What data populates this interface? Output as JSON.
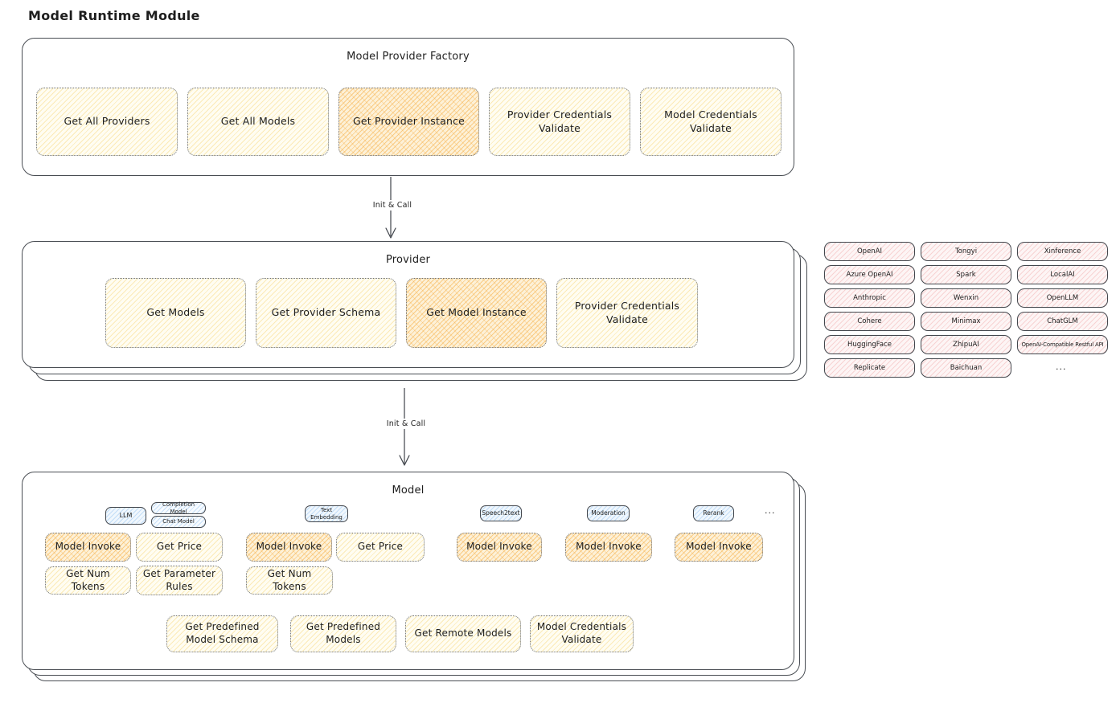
{
  "page_title": "Model Runtime Module",
  "arrows": {
    "factory_to_provider": "Init & Call",
    "provider_to_model": "Init & Call"
  },
  "factory": {
    "title": "Model Provider Factory",
    "boxes": [
      {
        "label": "Get All Providers",
        "highlighted": false
      },
      {
        "label": "Get All Models",
        "highlighted": false
      },
      {
        "label": "Get Provider Instance",
        "highlighted": true
      },
      {
        "label": "Provider Credentials Validate",
        "highlighted": false
      },
      {
        "label": "Model Credentials Validate",
        "highlighted": false
      }
    ]
  },
  "provider": {
    "title": "Provider",
    "boxes": [
      {
        "label": "Get Models",
        "highlighted": false
      },
      {
        "label": "Get Provider Schema",
        "highlighted": false
      },
      {
        "label": "Get Model Instance",
        "highlighted": true
      },
      {
        "label": "Provider Credentials Validate",
        "highlighted": false
      }
    ]
  },
  "registry": {
    "columns": [
      {
        "items": [
          "OpenAI",
          "Azure OpenAI",
          "Anthropic",
          "Cohere",
          "HuggingFace",
          "Replicate"
        ]
      },
      {
        "items": [
          "Tongyi",
          "Spark",
          "Wenxin",
          "Minimax",
          "ZhipuAI",
          "Baichuan"
        ]
      },
      {
        "items": [
          "Xinference",
          "LocalAI",
          "OpenLLM",
          "ChatGLM",
          "OpenAI-Compatible Restful API"
        ]
      }
    ],
    "more_label": "..."
  },
  "model": {
    "title": "Model",
    "tags": {
      "llm": "LLM",
      "completion_model": "Completion Model",
      "chat_model": "Chat Model",
      "text_embedding": "Text Embedding",
      "speech2text": "Speech2text",
      "moderation": "Moderation",
      "rerank": "Rerank",
      "more": "..."
    },
    "llm_functions": [
      "Model Invoke",
      "Get Price",
      "Get Num Tokens",
      "Get Parameter Rules"
    ],
    "text_embedding_functions": [
      "Model Invoke",
      "Get Price",
      "Get Num Tokens"
    ],
    "speech2text_functions": [
      "Model Invoke"
    ],
    "moderation_functions": [
      "Model Invoke"
    ],
    "rerank_functions": [
      "Model Invoke"
    ],
    "common_functions": [
      "Get Predefined Model Schema",
      "Get Predefined Models",
      "Get Remote Models",
      "Model Credentials Validate"
    ]
  },
  "colors": {
    "yellow_fill": "#ffec99",
    "orange_fill": "#ffc078",
    "pink_fill": "#ffc9c9",
    "blue_fill": "#a5d8ff",
    "ink": "#1e1e1e"
  }
}
